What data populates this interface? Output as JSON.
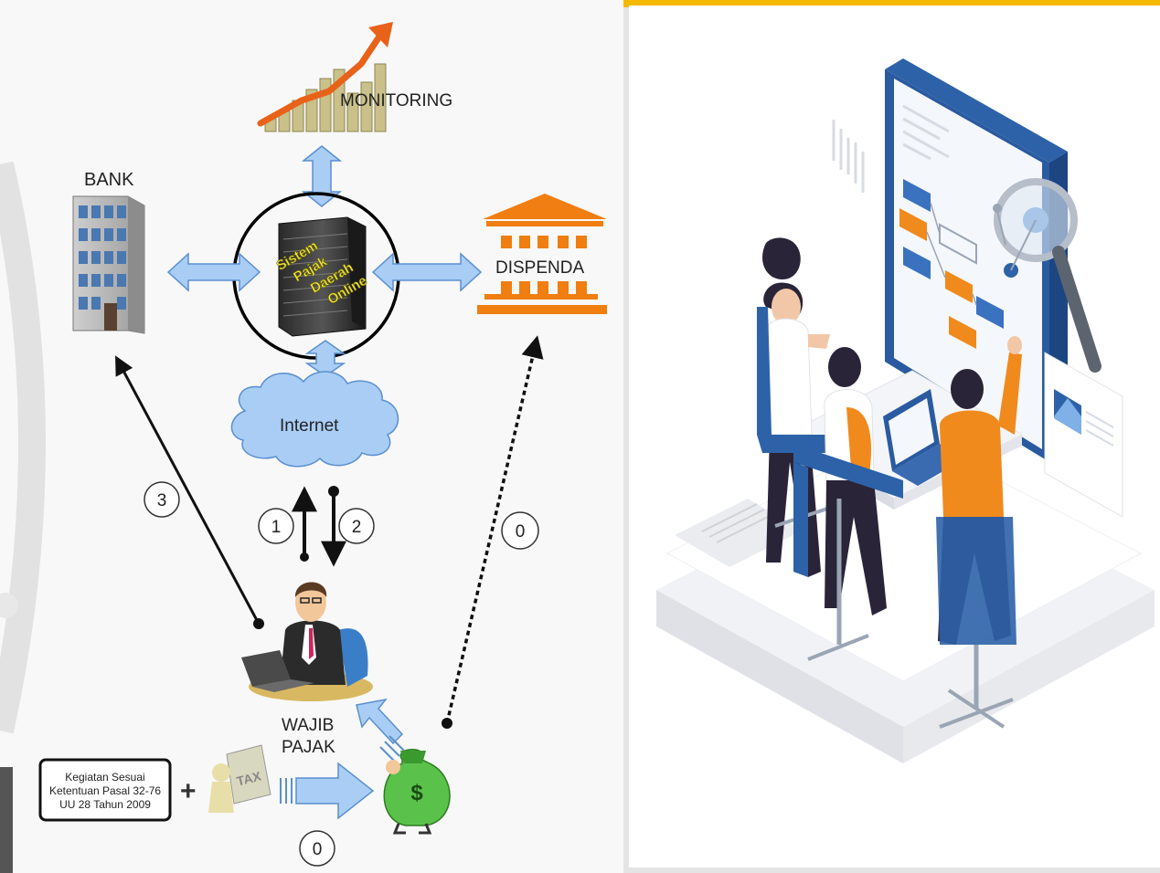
{
  "colors": {
    "accent_bar": "#f5b800",
    "arrow_fill": "#a9cdf5",
    "arrow_stroke": "#5a8fcf",
    "dispenda_orange": "#f07e10"
  },
  "nodes": {
    "monitoring": "MONITORING",
    "bank": "BANK",
    "dispenda": "DISPENDA",
    "internet": "Internet",
    "server_lines": [
      "Sistem",
      "Pajak",
      "Daerah",
      "Online"
    ],
    "wajib_pajak_lines": [
      "WAJIB",
      "PAJAK"
    ],
    "kegiatan_lines": [
      "Kegiatan Sesuai",
      "Ketentuan Pasal 32-76",
      "UU 28 Tahun 2009"
    ],
    "tax_block": "TAX",
    "money_symbol": "$",
    "plus": "+"
  },
  "steps": {
    "step_3": "3",
    "step_1": "1",
    "step_2": "2",
    "step_0_right": "0",
    "step_0_bottom": "0"
  },
  "illustration": {
    "icons": [
      "presentation-board-icon",
      "magnifier-icon",
      "image-card-icon",
      "laptop-icon",
      "document-icon"
    ]
  }
}
